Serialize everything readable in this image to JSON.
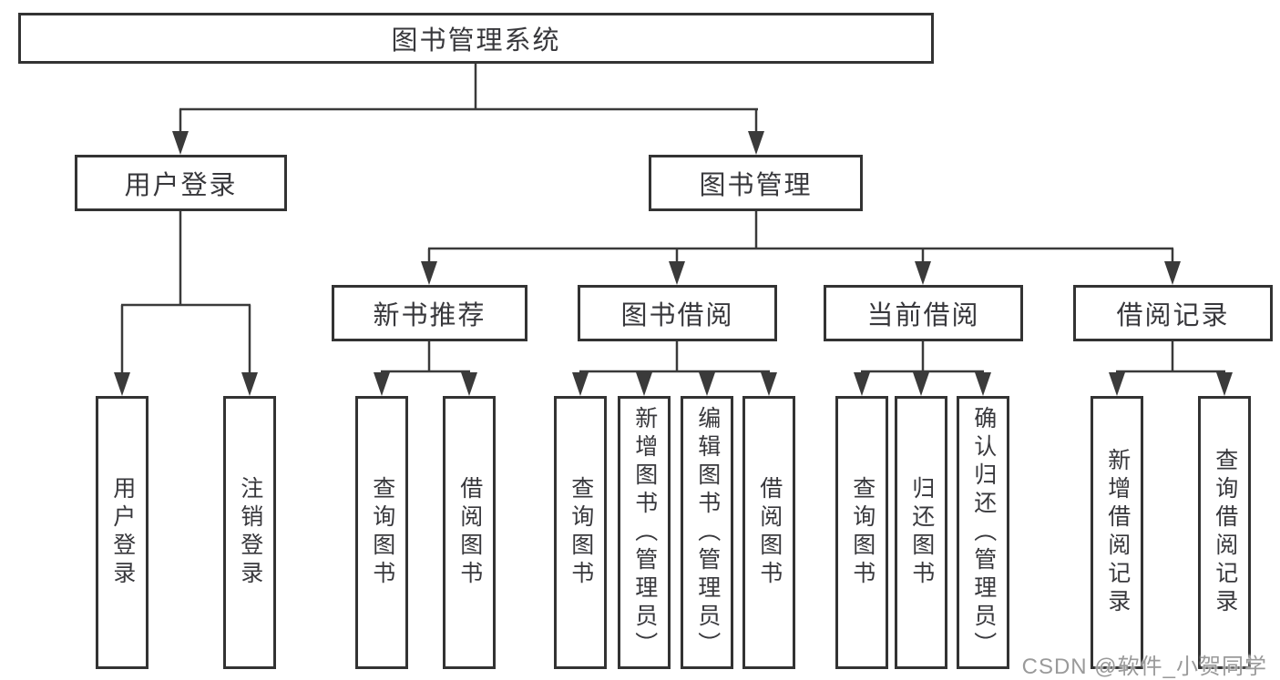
{
  "tree": {
    "label": "图书管理系统",
    "children": [
      {
        "label": "用户登录",
        "children": [
          {
            "label": "用户登录"
          },
          {
            "label": "注销登录"
          }
        ]
      },
      {
        "label": "图书管理",
        "children": [
          {
            "label": "新书推荐",
            "children": [
              {
                "label": "查询图书"
              },
              {
                "label": "借阅图书"
              }
            ]
          },
          {
            "label": "图书借阅",
            "children": [
              {
                "label": "查询图书"
              },
              {
                "label": "新增图书（管理员）"
              },
              {
                "label": "编辑图书（管理员）"
              },
              {
                "label": "借阅图书"
              }
            ]
          },
          {
            "label": "当前借阅",
            "children": [
              {
                "label": "查询图书"
              },
              {
                "label": "归还图书"
              },
              {
                "label": "确认归还（管理员）"
              }
            ]
          },
          {
            "label": "借阅记录",
            "children": [
              {
                "label": "新增借阅记录"
              },
              {
                "label": "查询借阅记录"
              }
            ]
          }
        ]
      }
    ]
  },
  "watermark": "CSDN @软件_小贺同学",
  "colors": {
    "line": "#3a3a3a",
    "box_border": "#333333",
    "box_fill": "#ffffff",
    "text": "#38383c",
    "watermark": "#9a9a9a"
  }
}
